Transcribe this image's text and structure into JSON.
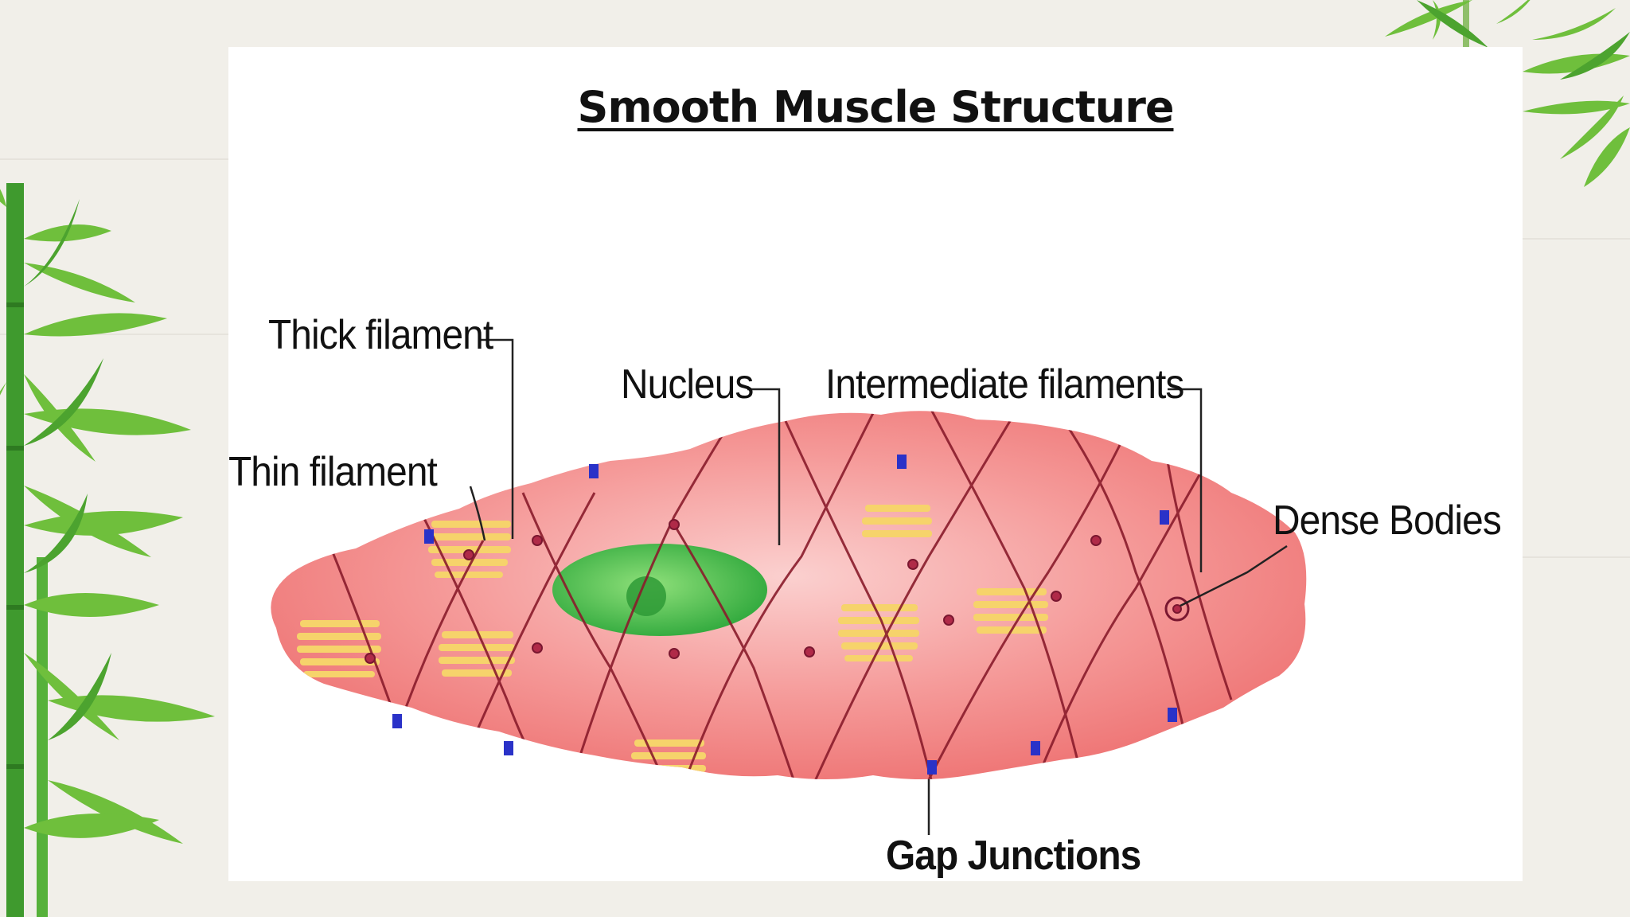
{
  "title": "Smooth Muscle Structure",
  "labels": {
    "thick_filament": "Thick filament",
    "thin_filament": "Thin filament",
    "nucleus": "Nucleus",
    "intermediate_filaments": "Intermediate filaments",
    "dense_bodies": "Dense Bodies",
    "gap_junctions": "Gap Junctions"
  },
  "colors": {
    "cell": "#f27b7b",
    "filament_lines": "#8a1c2c",
    "nucleus": "#3cbf45",
    "thick_filament": "#f6d36b",
    "gap_junction": "#2a32c8",
    "leaves": "#6fbf3c"
  },
  "icons": [
    "bamboo-left-decoration",
    "bamboo-top-right-decoration"
  ]
}
